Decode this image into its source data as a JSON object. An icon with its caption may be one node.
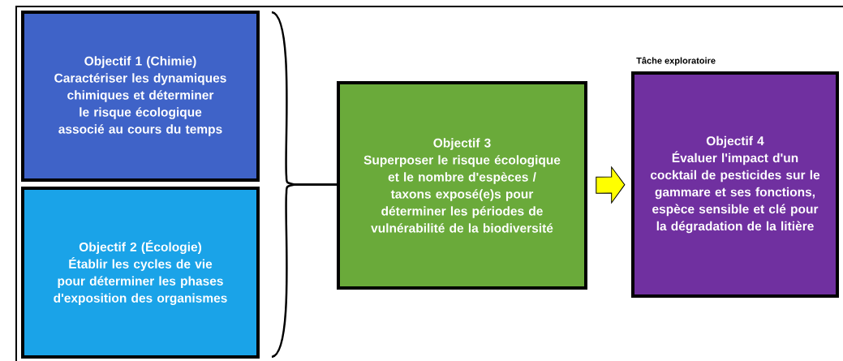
{
  "diagram": {
    "nodes": [
      {
        "text": [
          "Objectif 1 (Chimie)",
          "Caractériser les dynamiques chimiques et déterminer le risque écologique associé au cours du temps"
        ]
      },
      {
        "text": [
          "Objectif 2 (Écologie)",
          "Établir les cycles de vie pour déterminer les phases d'exposition des organismes"
        ]
      },
      {
        "text": [
          "Objectif 3",
          "Superposer le risque écologique et le nombre d'espèces / taxons exposé(e)s pour déterminer les périodes de vulnérabilité de la biodiversité"
        ]
      },
      {
        "text": [
          "Tâche exploratoire",
          "Objectif 4",
          "Évaluer l'impact d'un cocktail de pesticides sur le gammare et ses fonctions,  espèce sensible et clé pour la dégradation de la litière"
        ]
      }
    ],
    "edges": [
      {
        "from": 0,
        "to": 2,
        "arrow": "none"
      },
      {
        "from": 1,
        "to": 2,
        "arrow": "none"
      },
      {
        "from": 2,
        "to": 3,
        "arrow": "to",
        "style": "thick",
        "color": "#ffff00"
      }
    ]
  }
}
